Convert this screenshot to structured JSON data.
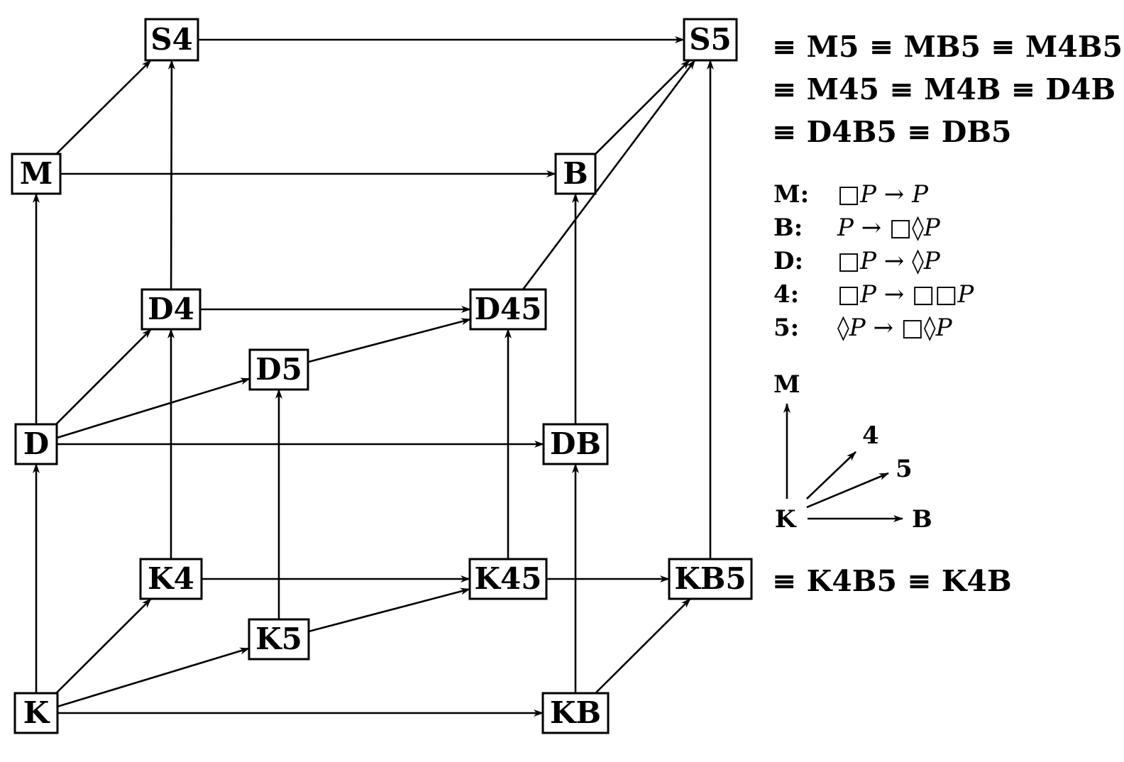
{
  "nodes": [
    {
      "id": "S4",
      "label": "S4"
    },
    {
      "id": "S5",
      "label": "S5"
    },
    {
      "id": "M",
      "label": "M"
    },
    {
      "id": "B",
      "label": "B"
    },
    {
      "id": "D4",
      "label": "D4"
    },
    {
      "id": "D45",
      "label": "D45"
    },
    {
      "id": "D5",
      "label": "D5"
    },
    {
      "id": "D",
      "label": "D"
    },
    {
      "id": "DB",
      "label": "DB"
    },
    {
      "id": "K4",
      "label": "K4"
    },
    {
      "id": "K45",
      "label": "K45"
    },
    {
      "id": "KB5",
      "label": "KB5"
    },
    {
      "id": "K5",
      "label": "K5"
    },
    {
      "id": "K",
      "label": "K"
    },
    {
      "id": "KB",
      "label": "KB"
    }
  ],
  "edges": [
    [
      "S4",
      "S5"
    ],
    [
      "M",
      "S4"
    ],
    [
      "D4",
      "S4"
    ],
    [
      "M",
      "B"
    ],
    [
      "B",
      "S5"
    ],
    [
      "D45",
      "S5"
    ],
    [
      "KB5",
      "S5"
    ],
    [
      "D",
      "M"
    ],
    [
      "DB",
      "B"
    ],
    [
      "D4",
      "D45"
    ],
    [
      "D",
      "D4"
    ],
    [
      "K4",
      "D4"
    ],
    [
      "D5",
      "D45"
    ],
    [
      "D",
      "D5"
    ],
    [
      "K5",
      "D5"
    ],
    [
      "K45",
      "D45"
    ],
    [
      "D",
      "DB"
    ],
    [
      "K",
      "D"
    ],
    [
      "KB",
      "DB"
    ],
    [
      "K4",
      "K45"
    ],
    [
      "K45",
      "KB5"
    ],
    [
      "K5",
      "K45"
    ],
    [
      "K",
      "K4"
    ],
    [
      "K",
      "K5"
    ],
    [
      "K",
      "KB"
    ],
    [
      "KB",
      "KB5"
    ]
  ],
  "equivalences": {
    "s5_lines": [
      "≡ M5 ≡ MB5 ≡ M4B5",
      "≡ M45 ≡ M4B ≡ D4B",
      "≡ D4B5 ≡ DB5"
    ],
    "kb5_line": "≡ K4B5 ≡ K4B"
  },
  "axioms": [
    {
      "name": "M:",
      "formula": "□P → P"
    },
    {
      "name": "B:",
      "formula": "P → □◊P"
    },
    {
      "name": "D:",
      "formula": "□P → ◊P"
    },
    {
      "name": "4:",
      "formula": "□P → □□P"
    },
    {
      "name": "5:",
      "formula": "◊P → □◊P"
    }
  ],
  "key": {
    "origin": "K",
    "up": "M",
    "diag1": "4",
    "diag2": "5",
    "right": "B"
  }
}
